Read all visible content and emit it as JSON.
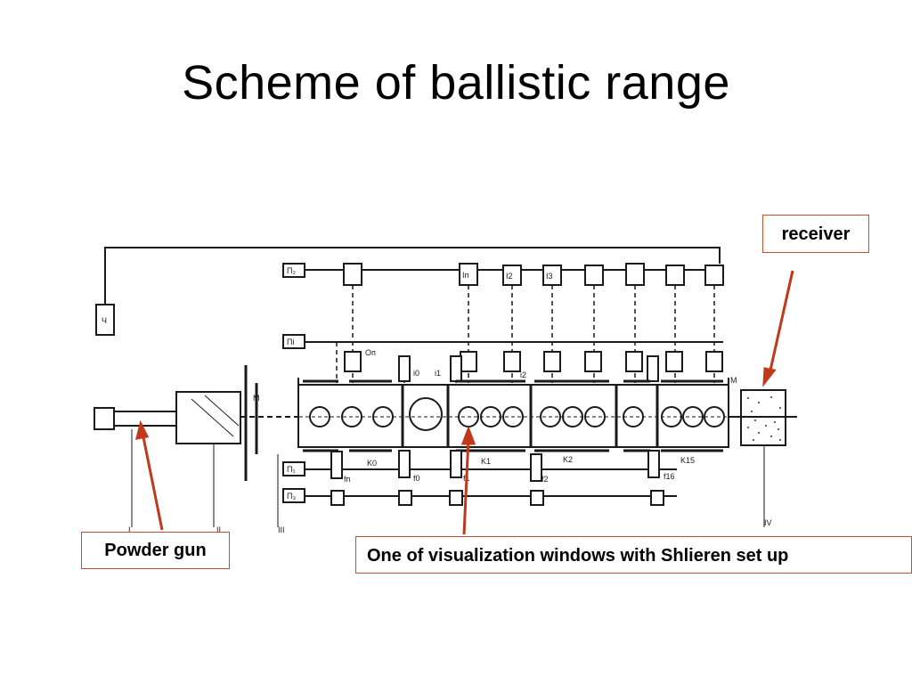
{
  "slide": {
    "title": "Scheme of ballistic range"
  },
  "callouts": {
    "receiver": "receiver",
    "powder_gun": "Powder gun",
    "window": "One of visualization windows with Shlieren set up"
  },
  "colors": {
    "callout_border": "#c0502f",
    "arrow": "#c0391b",
    "scheme_line": "#1a1a1a"
  },
  "scheme_labels": {
    "generator": "Ч",
    "bus_top": "П₂",
    "bus_mid": "Пi",
    "bus_low1": "П₁",
    "bus_low2": "П₃",
    "m_left": "M",
    "m_right": "M",
    "counter_0": "Iп",
    "counter_1": "I2",
    "counter_2": "I3",
    "on": "Оп",
    "i0": "i0",
    "i1": "i1",
    "i2": "i2",
    "k0": "K0",
    "k1": "K1",
    "k2": "K2",
    "k15": "K15",
    "f0": "fп",
    "f1": "f0",
    "f2": "f1",
    "f3": "f2",
    "f16": "f16",
    "roman_1": "I",
    "roman_2": "II",
    "roman_3": "III",
    "roman_4": "IV"
  }
}
